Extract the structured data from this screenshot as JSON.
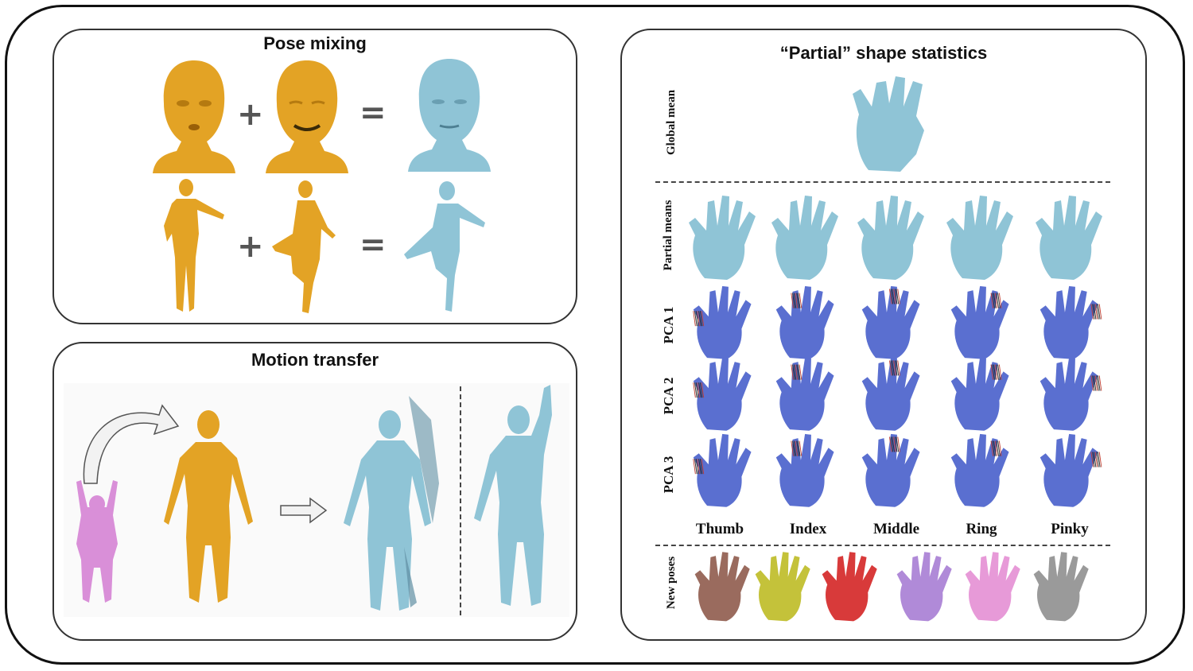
{
  "pose_mixing": {
    "title": "Pose mixing",
    "operators": {
      "plus": "+",
      "equals": "="
    }
  },
  "motion_transfer": {
    "title": "Motion transfer"
  },
  "partial_stats": {
    "title": "“Partial” shape statistics",
    "row_labels": {
      "global_mean": "Global mean",
      "partial_means": "Partial means",
      "pca1": "PCA 1",
      "pca2": "PCA 2",
      "pca3": "PCA 3",
      "new_poses": "New poses"
    },
    "columns": [
      "Thumb",
      "Index",
      "Middle",
      "Ring",
      "Pinky"
    ],
    "new_pose_colors": [
      "#9a6b5e",
      "#c4c23a",
      "#d83a3a",
      "#b08ad8",
      "#e79ad8",
      "#9a9a9a"
    ]
  },
  "colors": {
    "source_mesh": "#e3a325",
    "result_mesh": "#8fc4d6",
    "pca_mesh": "#5a6fd0",
    "motion_source": "#d98fd8"
  }
}
